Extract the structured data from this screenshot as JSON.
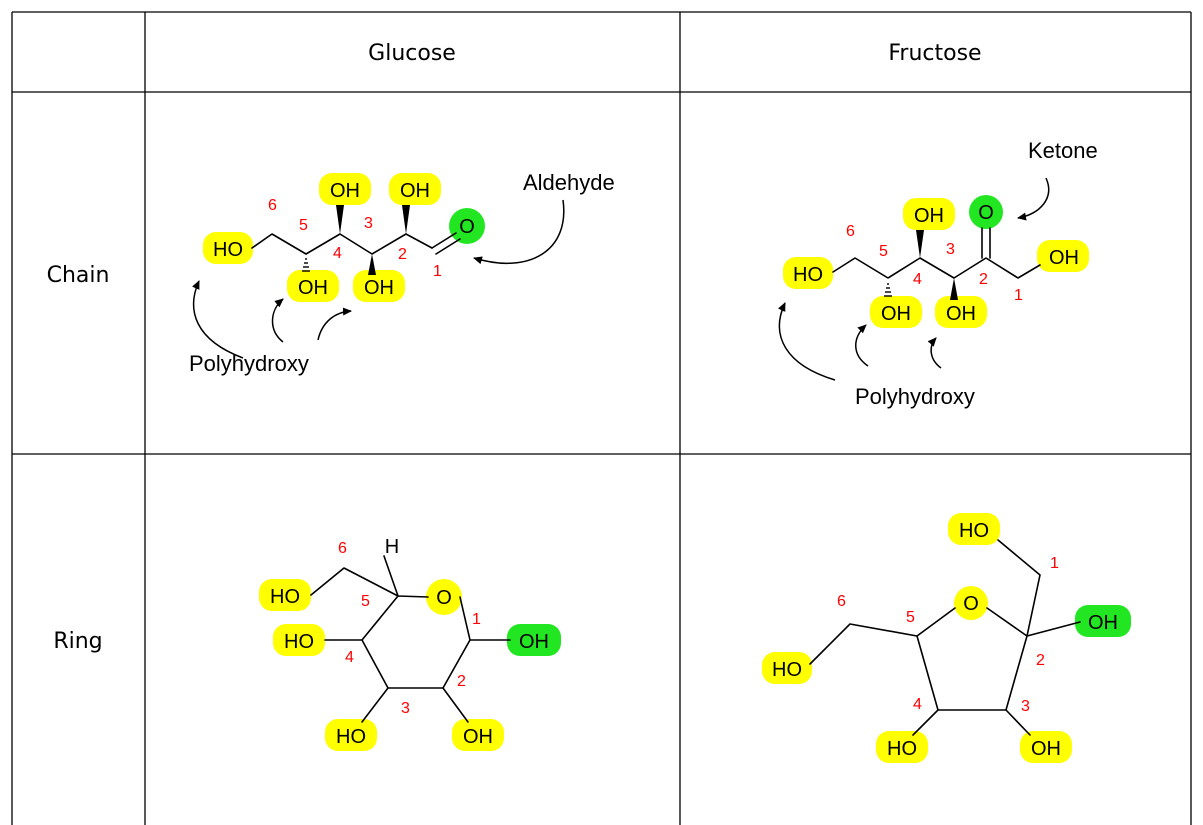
{
  "table": {
    "col_glucose": "Glucose",
    "col_fructose": "Fructose",
    "row_chain": "Chain",
    "row_ring": "Ring"
  },
  "glucose_chain": {
    "atoms": {
      "ho6": "HO",
      "oh5": "OH",
      "oh4": "OH",
      "oh3": "OH",
      "oh2": "OH",
      "o1": "O"
    },
    "numbers": [
      "1",
      "2",
      "3",
      "4",
      "5",
      "6"
    ],
    "label_aldehyde": "Aldehyde",
    "label_polyhydroxy": "Polyhydroxy"
  },
  "fructose_chain": {
    "atoms": {
      "ho6": "HO",
      "oh5": "OH",
      "oh4": "OH",
      "oh3": "OH",
      "o2": "O",
      "oh1": "OH"
    },
    "numbers": [
      "1",
      "2",
      "3",
      "4",
      "5",
      "6"
    ],
    "label_ketone": "Ketone",
    "label_polyhydroxy": "Polyhydroxy"
  },
  "glucose_ring": {
    "atoms": {
      "h": "H",
      "ho6": "HO",
      "o_ring": "O",
      "oh1": "OH",
      "ho4": "HO",
      "ho3": "HO",
      "oh2": "OH"
    },
    "numbers": [
      "1",
      "2",
      "3",
      "4",
      "5",
      "6"
    ]
  },
  "fructose_ring": {
    "atoms": {
      "ho1": "HO",
      "o_ring": "O",
      "oh2": "OH",
      "ho6": "HO",
      "ho4": "HO",
      "oh3": "OH"
    },
    "numbers": [
      "1",
      "2",
      "3",
      "4",
      "5",
      "6"
    ]
  },
  "colors": {
    "highlight_yellow": "#ffff00",
    "highlight_green": "#22e622",
    "number_red": "#ff0000"
  }
}
